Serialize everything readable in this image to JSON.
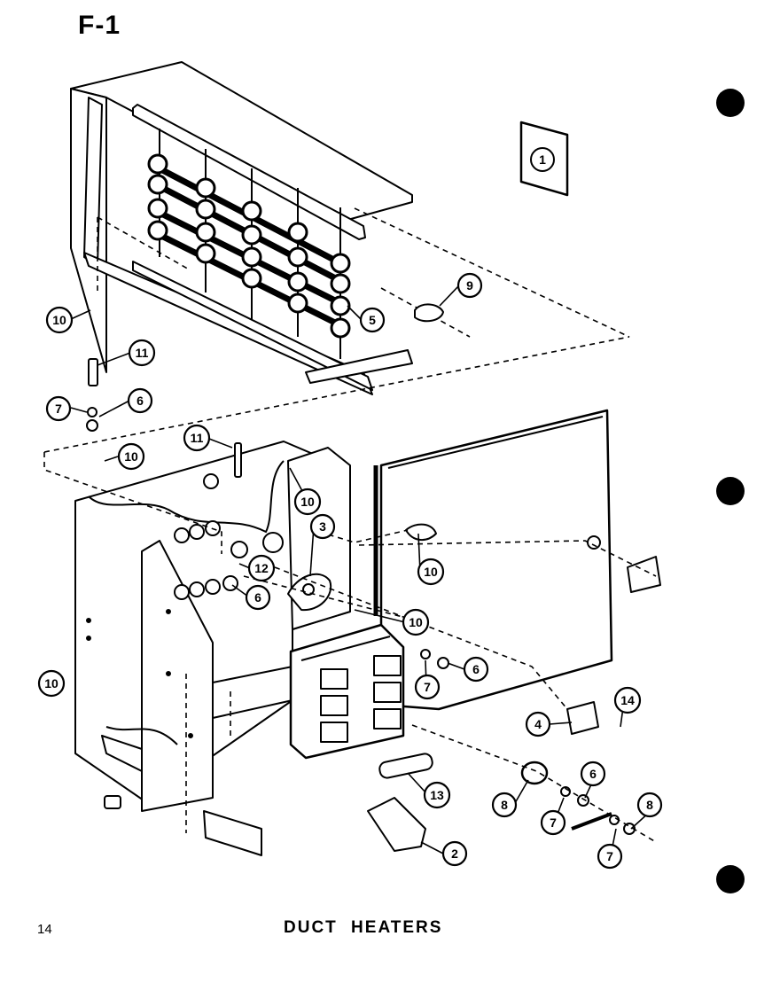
{
  "page_label": "F-1",
  "page_number": "14",
  "title": "DUCT HEATERS",
  "section_symbol": "1",
  "callouts": [
    "1",
    "2",
    "3",
    "4",
    "5",
    "6",
    "7",
    "8",
    "9",
    "10",
    "11",
    "12",
    "13",
    "14"
  ]
}
